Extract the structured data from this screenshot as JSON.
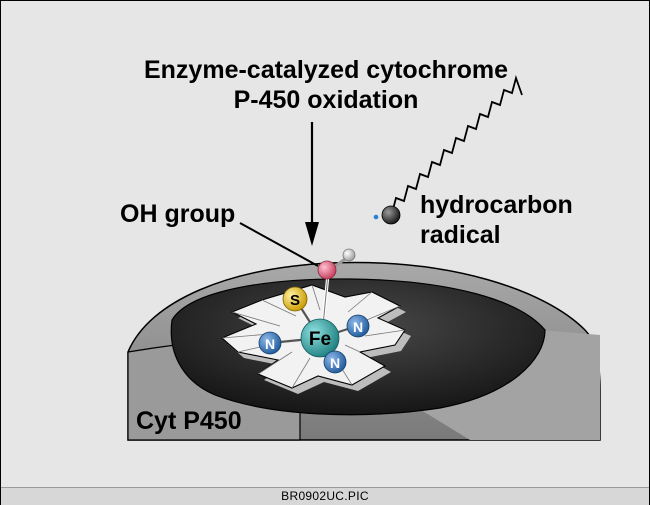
{
  "diagram": {
    "title_line1": "Enzyme-catalyzed cytochrome",
    "title_line2": "P-450 oxidation",
    "oh_label": "OH group",
    "radical_line1": "hydrocarbon",
    "radical_line2": "radical",
    "enzyme_label": "Cyt P450",
    "atoms": {
      "iron": "Fe",
      "sulfur": "S",
      "nitrogen": "N"
    },
    "colors": {
      "background": "#e6e6e6",
      "enzyme_body": "#8c8c8c",
      "pocket": "#2a2a2a",
      "heme_plate": "#f0f0f0",
      "iron_atom": "#2f9a9a",
      "nitrogen_atom": "#2f6fb0",
      "sulfur_atom": "#e8c21a",
      "oxygen_atom": "#e05a7a",
      "hydrogen_atom": "#cfcfcf",
      "carbon_radical": "#333333",
      "radical_dot": "#2a7fd4"
    }
  },
  "footer": {
    "filename": "BR0902UC.PIC"
  }
}
